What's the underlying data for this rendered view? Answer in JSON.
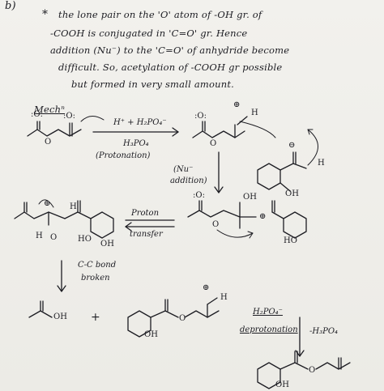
{
  "header": {
    "part_label": "b)",
    "bullet": "*"
  },
  "explanation": {
    "line1": "the lone pair on the 'O' atom of  -OH gr. of",
    "line2": "-COOH is conjugated in 'C=O' gr. Hence",
    "line3": "addition (Nu⁻) to the 'C=O' of anhydride become",
    "line4": "difficult. So, acetylation of -COOH gr possible",
    "line5": "but formed in very small amount."
  },
  "mechanism": {
    "heading": "Mechⁿ",
    "step1_reagent_top": "H⁺ + H₂PO₄⁻",
    "step1_reagent_bottom": "H₃PO₄",
    "step1_label": "(Protonation)",
    "step2_label_line1": "(Nu⁻",
    "step2_label_line2": "addition)",
    "step3_label_line1": "Proton",
    "step3_label_line2": "transfer",
    "step4_label_line1": "C-C bond",
    "step4_label_line2": "broken",
    "step5_reagent_top": "H₂PO₄⁻",
    "step5_label": "deprotonation",
    "step5_byproduct": "-H₃PO₄",
    "plus": "+",
    "atoms": {
      "O": "O",
      "OH": "OH",
      "HO": "HO",
      "H": "H",
      "O_plus": "⊕",
      "O_minus": "⊖",
      "lone_pair": ":O:"
    }
  }
}
